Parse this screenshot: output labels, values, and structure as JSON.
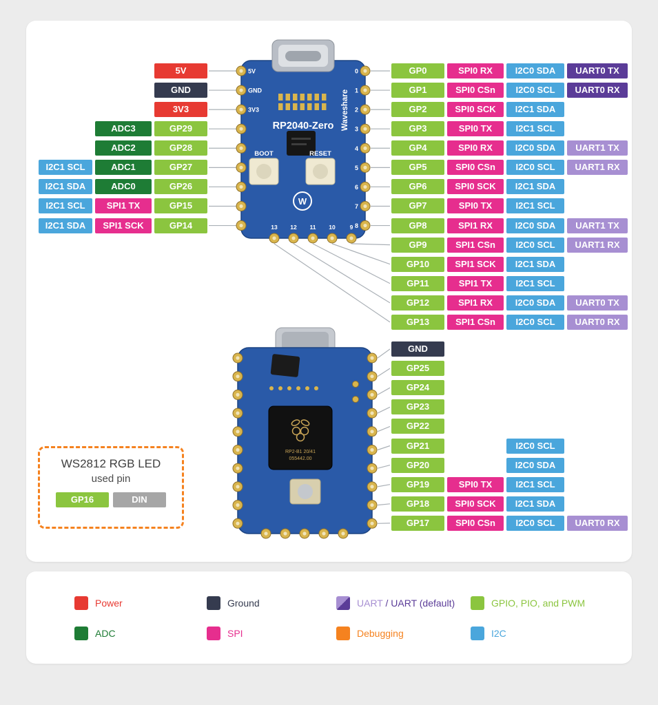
{
  "colors": {
    "power": "#e73a32",
    "ground": "#353b4f",
    "gpio": "#8bc53f",
    "adc": "#1e7c35",
    "spi": "#e62e8e",
    "i2c": "#4aa6dc",
    "uart_default": "#5b3c98",
    "uart": "#a78fd2",
    "debug": "#f5821f",
    "din": "#a6a6a6",
    "board": "#2a5aa8",
    "board_edge": "#1c4483",
    "pad_gold": "#d9b54d",
    "line": "#aab0b6"
  },
  "front": {
    "title": "RP2040-Zero",
    "brand": "Waveshare",
    "boot_label": "BOOT",
    "reset_label": "RESET",
    "logo_letter": "W",
    "left_pad_labels": [
      "5V",
      "GND",
      "3V3"
    ],
    "right_pad_labels": [
      "0",
      "1",
      "2",
      "3",
      "4",
      "5",
      "6",
      "7",
      "8"
    ],
    "bottom_pad_labels": [
      "13",
      "12",
      "11",
      "10",
      "9"
    ],
    "left_rows": [
      [
        {
          "c": 0,
          "t": "power",
          "l": "5V"
        }
      ],
      [
        {
          "c": 0,
          "t": "ground",
          "l": "GND"
        }
      ],
      [
        {
          "c": 0,
          "t": "power",
          "l": "3V3"
        }
      ],
      [
        {
          "c": 0,
          "t": "gpio",
          "l": "GP29"
        },
        {
          "c": 1,
          "t": "adc",
          "l": "ADC3"
        }
      ],
      [
        {
          "c": 0,
          "t": "gpio",
          "l": "GP28"
        },
        {
          "c": 1,
          "t": "adc",
          "l": "ADC2"
        }
      ],
      [
        {
          "c": 0,
          "t": "gpio",
          "l": "GP27"
        },
        {
          "c": 1,
          "t": "adc",
          "l": "ADC1"
        },
        {
          "c": 2,
          "t": "i2c",
          "l": "I2C1 SCL"
        }
      ],
      [
        {
          "c": 0,
          "t": "gpio",
          "l": "GP26"
        },
        {
          "c": 1,
          "t": "adc",
          "l": "ADC0"
        },
        {
          "c": 2,
          "t": "i2c",
          "l": "I2C1 SDA"
        }
      ],
      [
        {
          "c": 0,
          "t": "gpio",
          "l": "GP15"
        },
        {
          "c": 1,
          "t": "spi",
          "l": "SPI1 TX"
        },
        {
          "c": 2,
          "t": "i2c",
          "l": "I2C1 SCL"
        }
      ],
      [
        {
          "c": 0,
          "t": "gpio",
          "l": "GP14"
        },
        {
          "c": 1,
          "t": "spi",
          "l": "SPI1 SCK"
        },
        {
          "c": 2,
          "t": "i2c",
          "l": "I2C1 SDA"
        }
      ]
    ],
    "right_rows": [
      [
        {
          "c": 0,
          "t": "gpio",
          "l": "GP0"
        },
        {
          "c": 1,
          "t": "spi",
          "l": "SPI0 RX"
        },
        {
          "c": 2,
          "t": "i2c",
          "l": "I2C0 SDA"
        },
        {
          "c": 3,
          "t": "uart_default",
          "l": "UART0 TX"
        }
      ],
      [
        {
          "c": 0,
          "t": "gpio",
          "l": "GP1"
        },
        {
          "c": 1,
          "t": "spi",
          "l": "SPI0 CSn"
        },
        {
          "c": 2,
          "t": "i2c",
          "l": "I2C0 SCL"
        },
        {
          "c": 3,
          "t": "uart_default",
          "l": "UART0 RX"
        }
      ],
      [
        {
          "c": 0,
          "t": "gpio",
          "l": "GP2"
        },
        {
          "c": 1,
          "t": "spi",
          "l": "SPI0 SCK"
        },
        {
          "c": 2,
          "t": "i2c",
          "l": "I2C1 SDA"
        }
      ],
      [
        {
          "c": 0,
          "t": "gpio",
          "l": "GP3"
        },
        {
          "c": 1,
          "t": "spi",
          "l": "SPI0 TX"
        },
        {
          "c": 2,
          "t": "i2c",
          "l": "I2C1 SCL"
        }
      ],
      [
        {
          "c": 0,
          "t": "gpio",
          "l": "GP4"
        },
        {
          "c": 1,
          "t": "spi",
          "l": "SPI0 RX"
        },
        {
          "c": 2,
          "t": "i2c",
          "l": "I2C0 SDA"
        },
        {
          "c": 3,
          "t": "uart",
          "l": "UART1 TX"
        }
      ],
      [
        {
          "c": 0,
          "t": "gpio",
          "l": "GP5"
        },
        {
          "c": 1,
          "t": "spi",
          "l": "SPI0 CSn"
        },
        {
          "c": 2,
          "t": "i2c",
          "l": "I2C0 SCL"
        },
        {
          "c": 3,
          "t": "uart",
          "l": "UART1 RX"
        }
      ],
      [
        {
          "c": 0,
          "t": "gpio",
          "l": "GP6"
        },
        {
          "c": 1,
          "t": "spi",
          "l": "SPI0 SCK"
        },
        {
          "c": 2,
          "t": "i2c",
          "l": "I2C1 SDA"
        }
      ],
      [
        {
          "c": 0,
          "t": "gpio",
          "l": "GP7"
        },
        {
          "c": 1,
          "t": "spi",
          "l": "SPI0 TX"
        },
        {
          "c": 2,
          "t": "i2c",
          "l": "I2C1 SCL"
        }
      ],
      [
        {
          "c": 0,
          "t": "gpio",
          "l": "GP8"
        },
        {
          "c": 1,
          "t": "spi",
          "l": "SPI1 RX"
        },
        {
          "c": 2,
          "t": "i2c",
          "l": "I2C0 SDA"
        },
        {
          "c": 3,
          "t": "uart",
          "l": "UART1 TX"
        }
      ],
      [
        {
          "c": 0,
          "t": "gpio",
          "l": "GP9"
        },
        {
          "c": 1,
          "t": "spi",
          "l": "SPI1 CSn"
        },
        {
          "c": 2,
          "t": "i2c",
          "l": "I2C0 SCL"
        },
        {
          "c": 3,
          "t": "uart",
          "l": "UART1 RX"
        }
      ],
      [
        {
          "c": 0,
          "t": "gpio",
          "l": "GP10"
        },
        {
          "c": 1,
          "t": "spi",
          "l": "SPI1 SCK"
        },
        {
          "c": 2,
          "t": "i2c",
          "l": "I2C1 SDA"
        }
      ],
      [
        {
          "c": 0,
          "t": "gpio",
          "l": "GP11"
        },
        {
          "c": 1,
          "t": "spi",
          "l": "SPI1 TX"
        },
        {
          "c": 2,
          "t": "i2c",
          "l": "I2C1 SCL"
        }
      ],
      [
        {
          "c": 0,
          "t": "gpio",
          "l": "GP12"
        },
        {
          "c": 1,
          "t": "spi",
          "l": "SPI1 RX"
        },
        {
          "c": 2,
          "t": "i2c",
          "l": "I2C0 SDA"
        },
        {
          "c": 3,
          "t": "uart",
          "l": "UART0 TX"
        }
      ],
      [
        {
          "c": 0,
          "t": "gpio",
          "l": "GP13"
        },
        {
          "c": 1,
          "t": "spi",
          "l": "SPI1 CSn"
        },
        {
          "c": 2,
          "t": "i2c",
          "l": "I2C0 SCL"
        },
        {
          "c": 3,
          "t": "uart",
          "l": "UART0 RX"
        }
      ]
    ]
  },
  "back": {
    "chip_line1": "RP2-B1 20/41",
    "chip_line2": "055442.00",
    "rows": [
      [
        {
          "c": 0,
          "t": "ground",
          "l": "GND"
        }
      ],
      [
        {
          "c": 0,
          "t": "gpio",
          "l": "GP25"
        }
      ],
      [
        {
          "c": 0,
          "t": "gpio",
          "l": "GP24"
        }
      ],
      [
        {
          "c": 0,
          "t": "gpio",
          "l": "GP23"
        }
      ],
      [
        {
          "c": 0,
          "t": "gpio",
          "l": "GP22"
        }
      ],
      [
        {
          "c": 0,
          "t": "gpio",
          "l": "GP21"
        },
        {
          "c": 2,
          "t": "i2c",
          "l": "I2C0 SCL"
        }
      ],
      [
        {
          "c": 0,
          "t": "gpio",
          "l": "GP20"
        },
        {
          "c": 2,
          "t": "i2c",
          "l": "I2C0 SDA"
        }
      ],
      [
        {
          "c": 0,
          "t": "gpio",
          "l": "GP19"
        },
        {
          "c": 1,
          "t": "spi",
          "l": "SPI0 TX"
        },
        {
          "c": 2,
          "t": "i2c",
          "l": "I2C1 SCL"
        }
      ],
      [
        {
          "c": 0,
          "t": "gpio",
          "l": "GP18"
        },
        {
          "c": 1,
          "t": "spi",
          "l": "SPI0 SCK"
        },
        {
          "c": 2,
          "t": "i2c",
          "l": "I2C1 SDA"
        }
      ],
      [
        {
          "c": 0,
          "t": "gpio",
          "l": "GP17"
        },
        {
          "c": 1,
          "t": "spi",
          "l": "SPI0 CSn"
        },
        {
          "c": 2,
          "t": "i2c",
          "l": "I2C0 SCL"
        },
        {
          "c": 3,
          "t": "uart",
          "l": "UART0 RX"
        }
      ]
    ]
  },
  "ws2812": {
    "title": "WS2812 RGB LED",
    "subtitle": "used pin",
    "pins": [
      {
        "type": "gpio",
        "label": "GP16"
      },
      {
        "type": "din",
        "label": "DIN"
      }
    ]
  },
  "legend": {
    "rows": [
      [
        {
          "key": "power",
          "label": "Power"
        },
        {
          "key": "ground",
          "label": "Ground"
        },
        {
          "key": "uart",
          "split": true,
          "parts": [
            {
              "text": "UART ",
              "key": "uart"
            },
            {
              "text": "/ UART (default)",
              "key": "uart_default"
            }
          ]
        },
        {
          "key": "gpio",
          "label": "GPIO, PIO, and PWM"
        }
      ],
      [
        {
          "key": "adc",
          "label": "ADC"
        },
        {
          "key": "spi",
          "label": "SPI"
        },
        {
          "key": "debug",
          "label": "Debugging"
        },
        {
          "key": "i2c",
          "label": "I2C"
        }
      ]
    ]
  }
}
